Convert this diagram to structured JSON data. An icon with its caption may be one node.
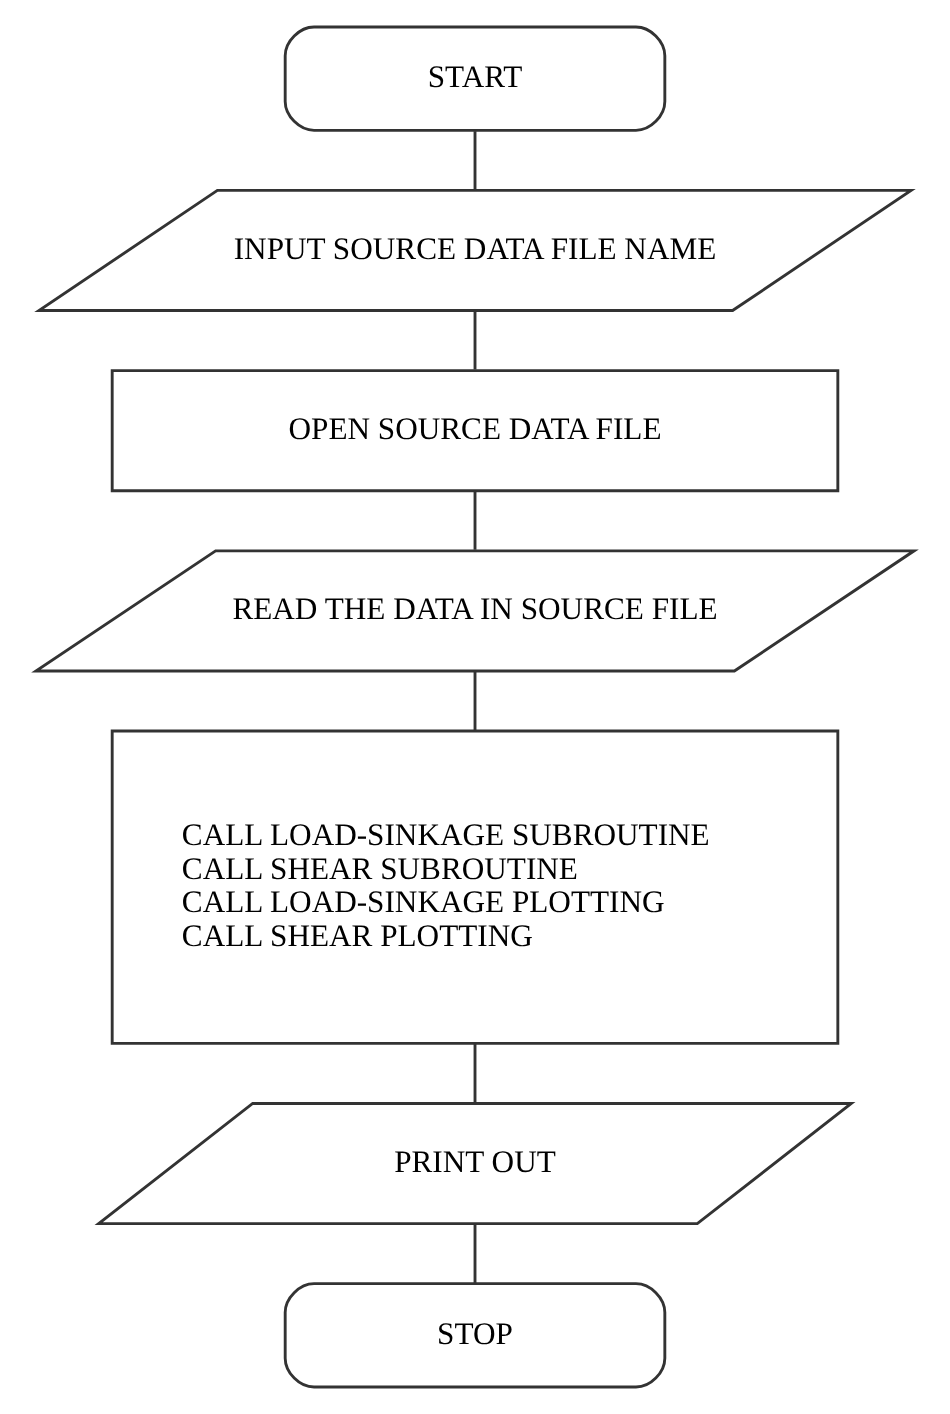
{
  "diagram": {
    "nodes": [
      {
        "text": [
          "START"
        ]
      },
      {
        "text": [
          "INPUT SOURCE DATA FILE NAME"
        ]
      },
      {
        "text": [
          "OPEN SOURCE DATA FILE"
        ]
      },
      {
        "text": [
          "READ THE DATA IN SOURCE FILE"
        ]
      },
      {
        "text": [
          "CALL LOAD-SINKAGE SUBROUTINE",
          "CALL SHEAR SUBROUTINE",
          "CALL LOAD-SINKAGE PLOTTING",
          "CALL SHEAR PLOTTING"
        ]
      },
      {
        "text": [
          "PRINT OUT"
        ]
      },
      {
        "text": [
          "STOP"
        ]
      }
    ],
    "edges": [
      {
        "from": 0,
        "to": 1,
        "arrow": "none"
      },
      {
        "from": 1,
        "to": 2,
        "arrow": "none"
      },
      {
        "from": 2,
        "to": 3,
        "arrow": "none"
      },
      {
        "from": 3,
        "to": 4,
        "arrow": "none"
      },
      {
        "from": 4,
        "to": 5,
        "arrow": "none"
      },
      {
        "from": 5,
        "to": 6,
        "arrow": "none"
      }
    ]
  }
}
